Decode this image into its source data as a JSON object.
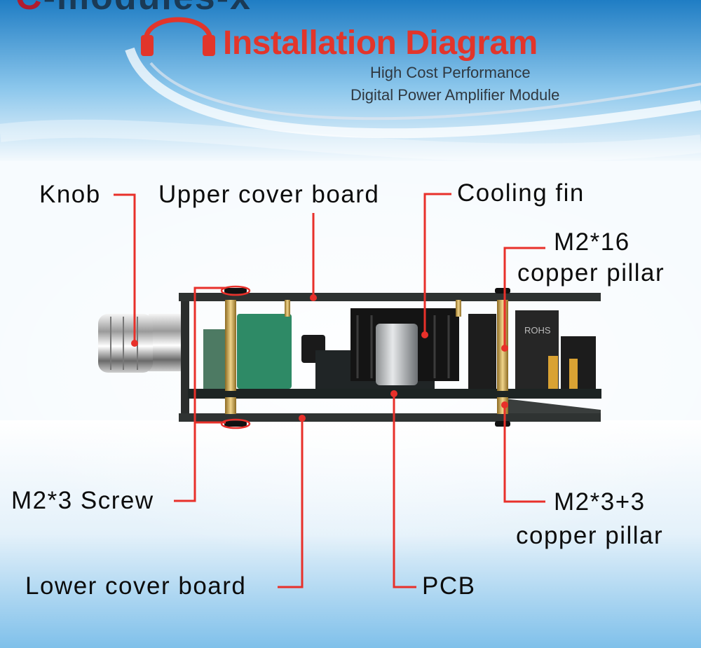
{
  "brand": {
    "text": "-modules-x",
    "mark": "C"
  },
  "header": {
    "title": "Installation Diagram",
    "subtitle_line1": "High Cost Performance",
    "subtitle_line2": "Digital Power Amplifier Module"
  },
  "labels": {
    "knob": "Knob",
    "upper_cover_board": "Upper cover board",
    "cooling_fin": "Cooling fin",
    "m2_16_line1": "M2*16",
    "m2_16_line2": "copper pillar",
    "m2_3_screw": "M2*3 Screw",
    "m2_33_line1": "M2*3+3",
    "m2_33_line2": "copper pillar",
    "lower_cover_board": "Lower cover board",
    "pcb": "PCB"
  },
  "component_marks": {
    "rohs": "ROHS"
  },
  "colors": {
    "title_red": "#e2352b",
    "leader_red": "#e8302a",
    "sky_blue": "#2f8fd0",
    "board_dark": "#2a2d2c",
    "pillar_gold": "#c9a24a",
    "capacitor_green": "#2e8a66"
  },
  "icons": {
    "header_icon": "headphones-icon"
  }
}
